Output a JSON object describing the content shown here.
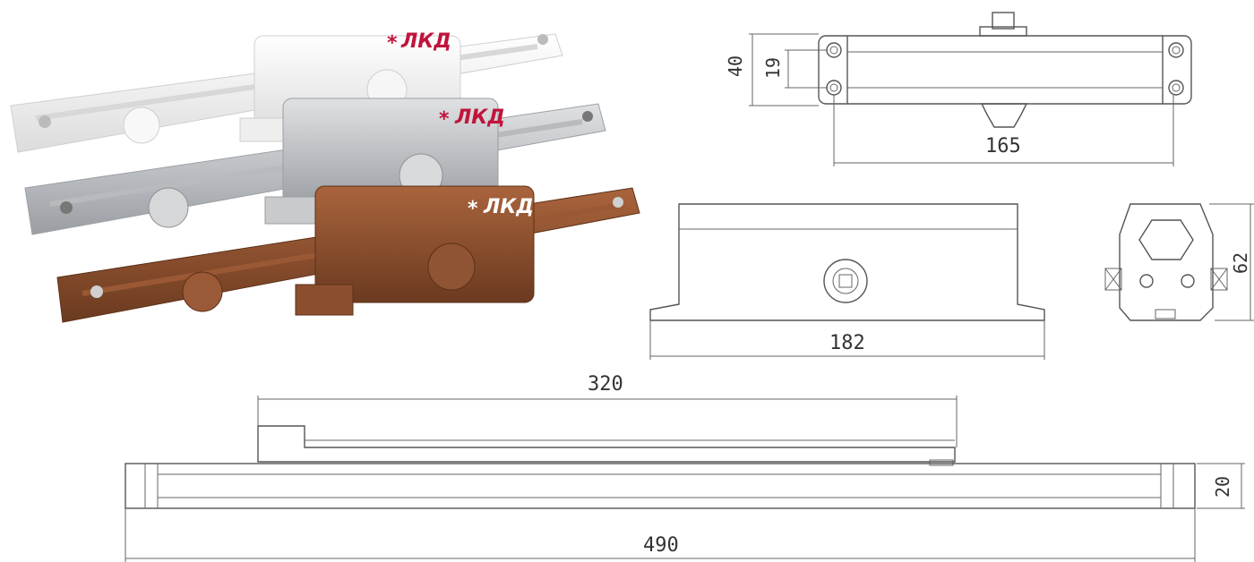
{
  "brand": {
    "logo_text": "ЛКД",
    "logo_mark": "*"
  },
  "products": [
    {
      "name": "closer-white",
      "finish_color": "#f3f3f3",
      "logo_color": "#c0143c"
    },
    {
      "name": "closer-silver",
      "finish_color": "#c4c6c9",
      "logo_color": "#c0143c"
    },
    {
      "name": "closer-brown",
      "finish_color": "#8a4e2e",
      "logo_color": "#ffffff"
    }
  ],
  "dimensions": {
    "top_view_height": "40",
    "top_view_mount_spacing": "19",
    "top_view_length": "165",
    "side_view_length": "182",
    "end_view_height": "62",
    "arm_length": "320",
    "rail_length": "490",
    "rail_height": "20"
  }
}
